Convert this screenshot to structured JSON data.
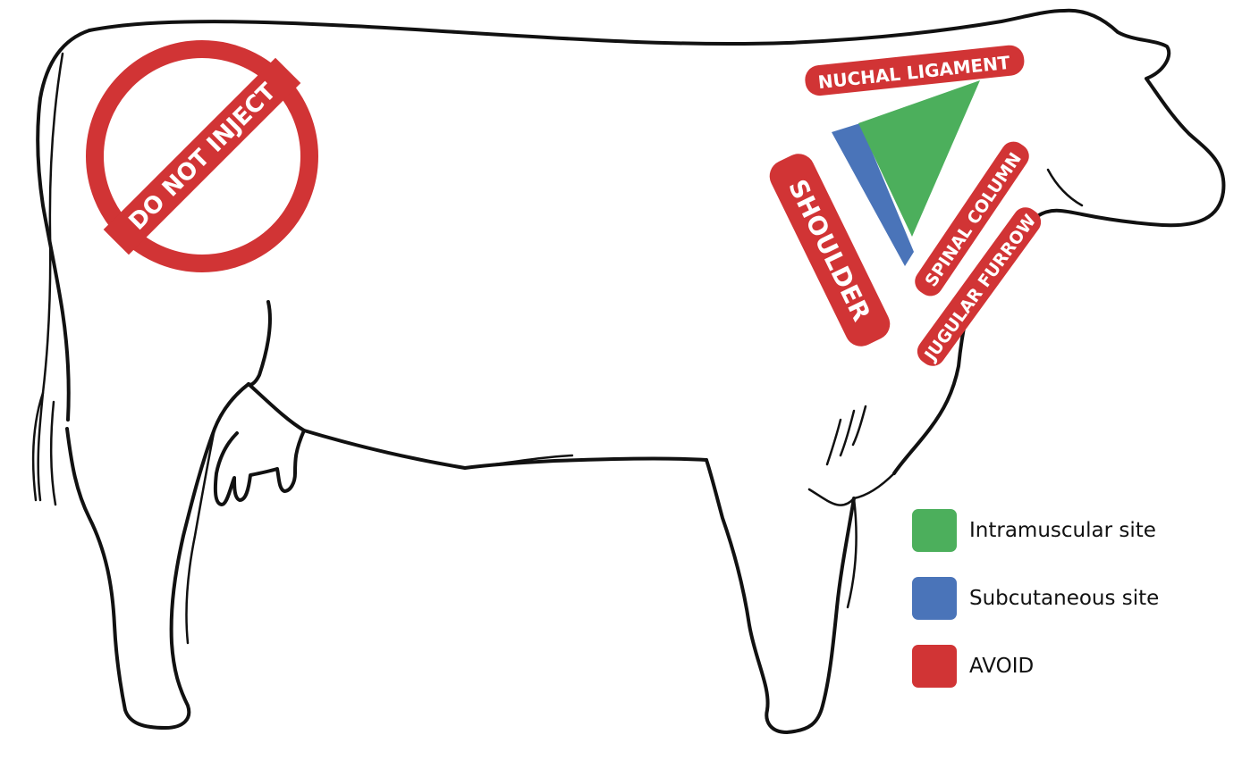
{
  "colors": {
    "intramuscular": "#4caf5c",
    "subcutaneous": "#4a74b9",
    "avoid": "#d13435"
  },
  "labels": {
    "do_not_inject": "DO NOT INJECT",
    "nuchal_ligament": "NUCHAL LIGAMENT",
    "shoulder": "SHOULDER",
    "spinal_column": "SPINAL COLUMN",
    "jugular_furrow": "JUGULAR FURROW"
  },
  "legend": [
    {
      "label": "Intramuscular site",
      "color": "#4caf5c"
    },
    {
      "label": "Subcutaneous site",
      "color": "#4a74b9"
    },
    {
      "label": "AVOID",
      "color": "#d13435"
    }
  ]
}
